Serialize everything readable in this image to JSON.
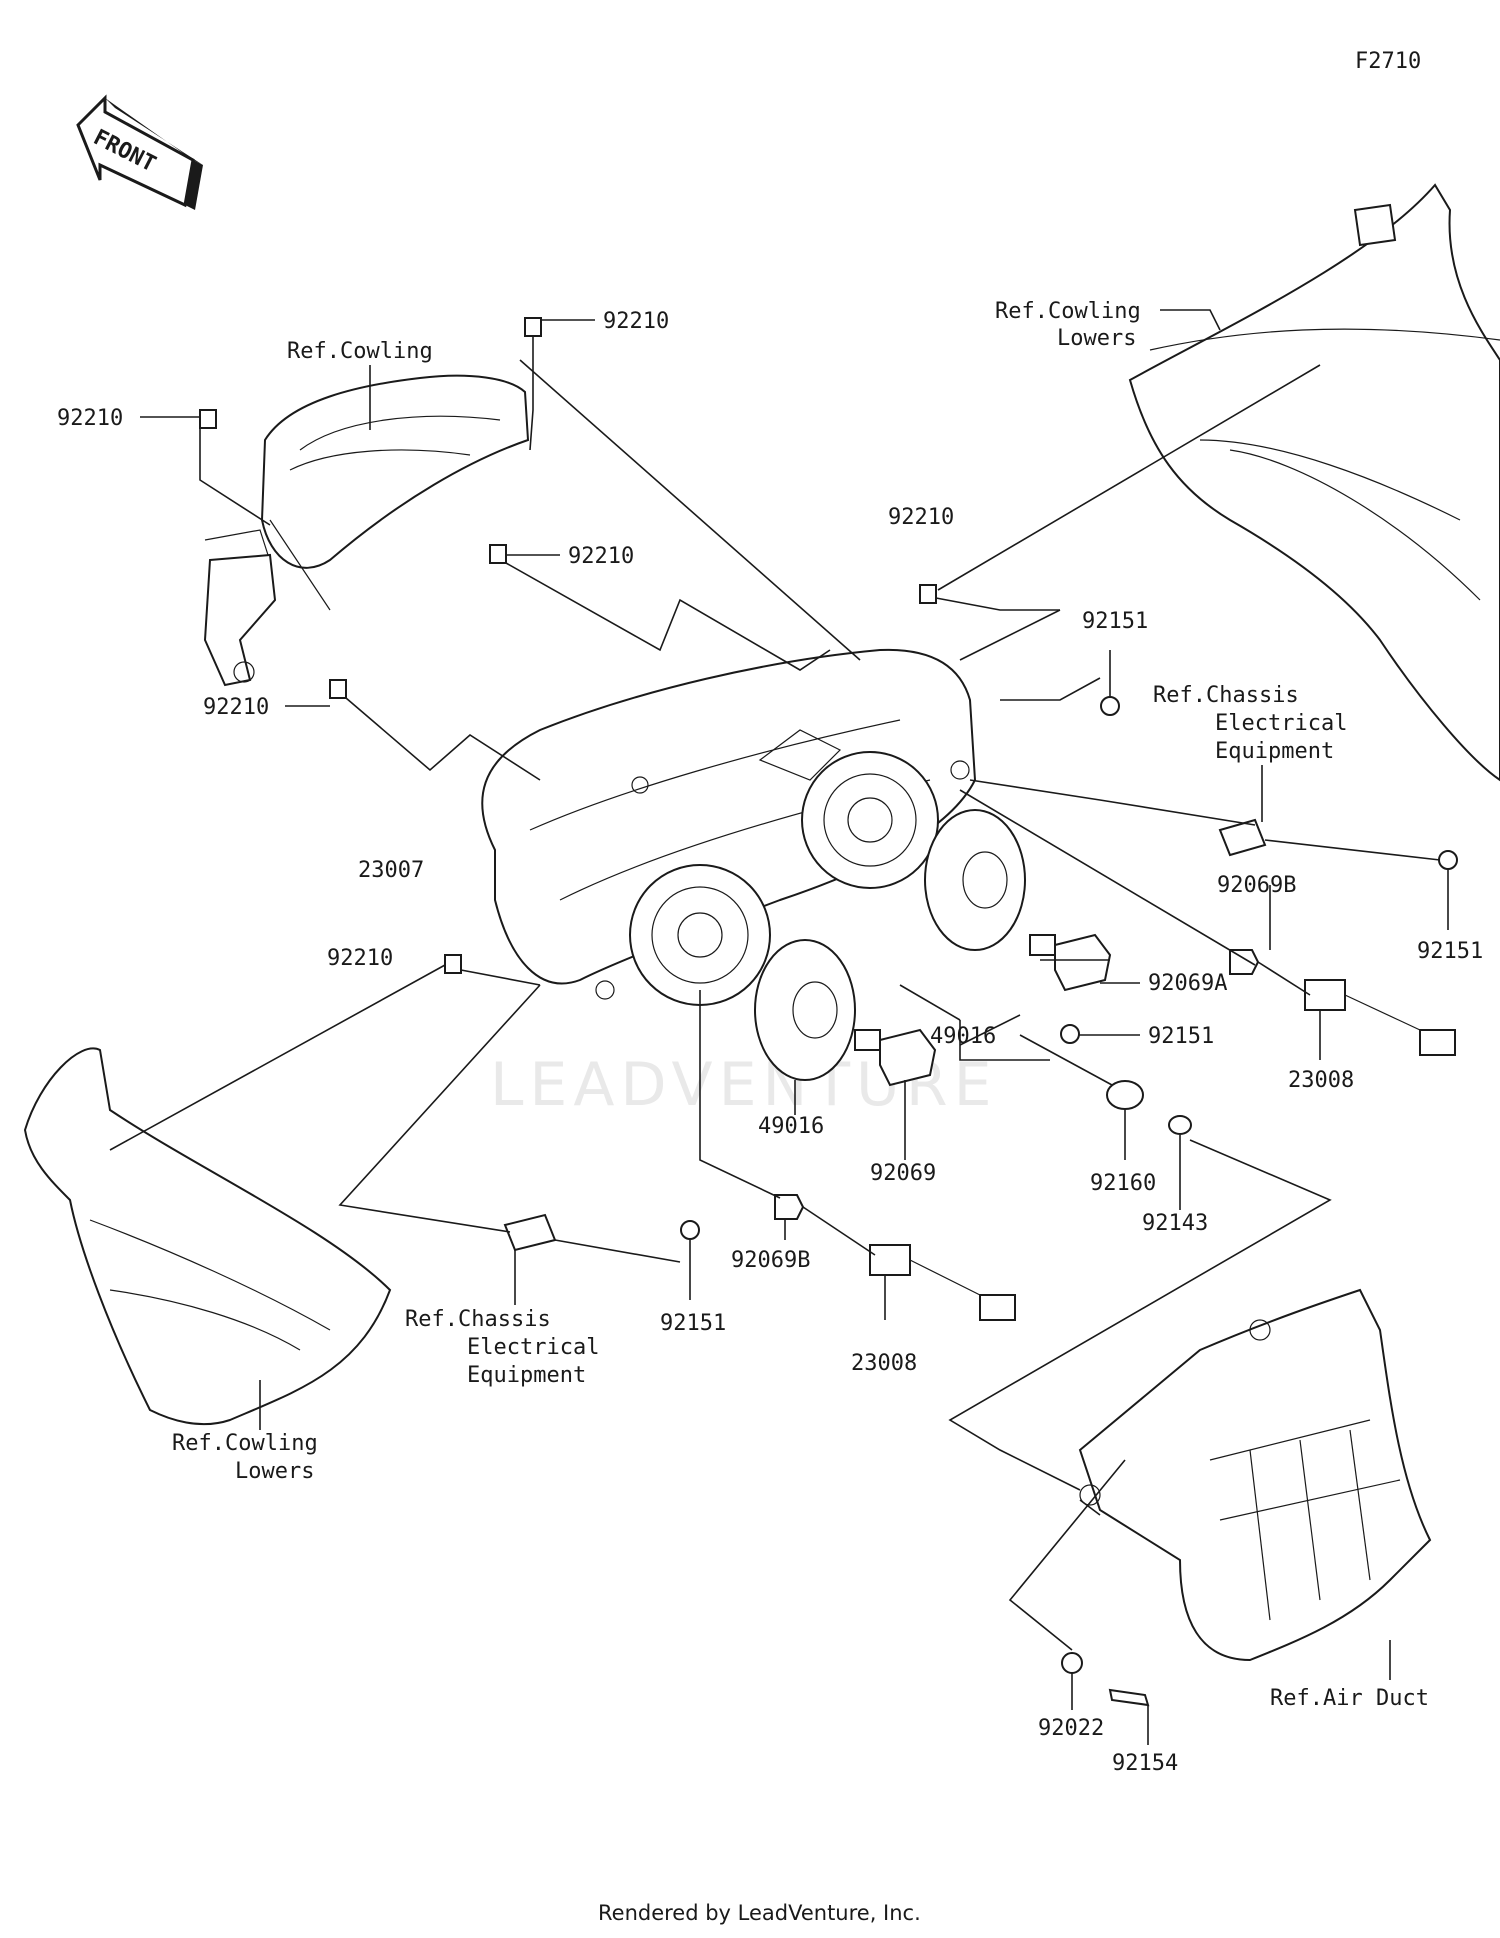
{
  "diagram_code": "F2710",
  "front_arrow_text": "FRONT",
  "watermark": "LEADVENTURE",
  "footer": "Rendered by LeadVenture, Inc.",
  "part_labels": {
    "p92210_a": "92210",
    "p92210_b": "92210",
    "p92210_c": "92210",
    "p92210_d": "92210",
    "p92210_e": "92210",
    "p92210_f": "92210",
    "p92151_a": "92151",
    "p92151_b": "92151",
    "p92151_c": "92151",
    "p92151_d": "92151",
    "p23007": "23007",
    "p92069B_a": "92069B",
    "p92069B_b": "92069B",
    "p92069A": "92069A",
    "p49016_a": "49016",
    "p49016_b": "49016",
    "p92069": "92069",
    "p92160": "92160",
    "p92143": "92143",
    "p23008_a": "23008",
    "p23008_b": "23008",
    "p92022": "92022",
    "p92154": "92154"
  },
  "references": {
    "cowling": [
      "Ref.Cowling"
    ],
    "cowling_lowers_top": [
      "Ref.Cowling",
      "Lowers"
    ],
    "chassis_top": [
      "Ref.Chassis",
      "Electrical",
      "Equipment"
    ],
    "chassis_bottom": [
      "Ref.Chassis",
      "Electrical",
      "Equipment"
    ],
    "cowling_lowers_bottom": [
      "Ref.Cowling",
      "Lowers"
    ],
    "air_duct": [
      "Ref.Air Duct"
    ]
  }
}
